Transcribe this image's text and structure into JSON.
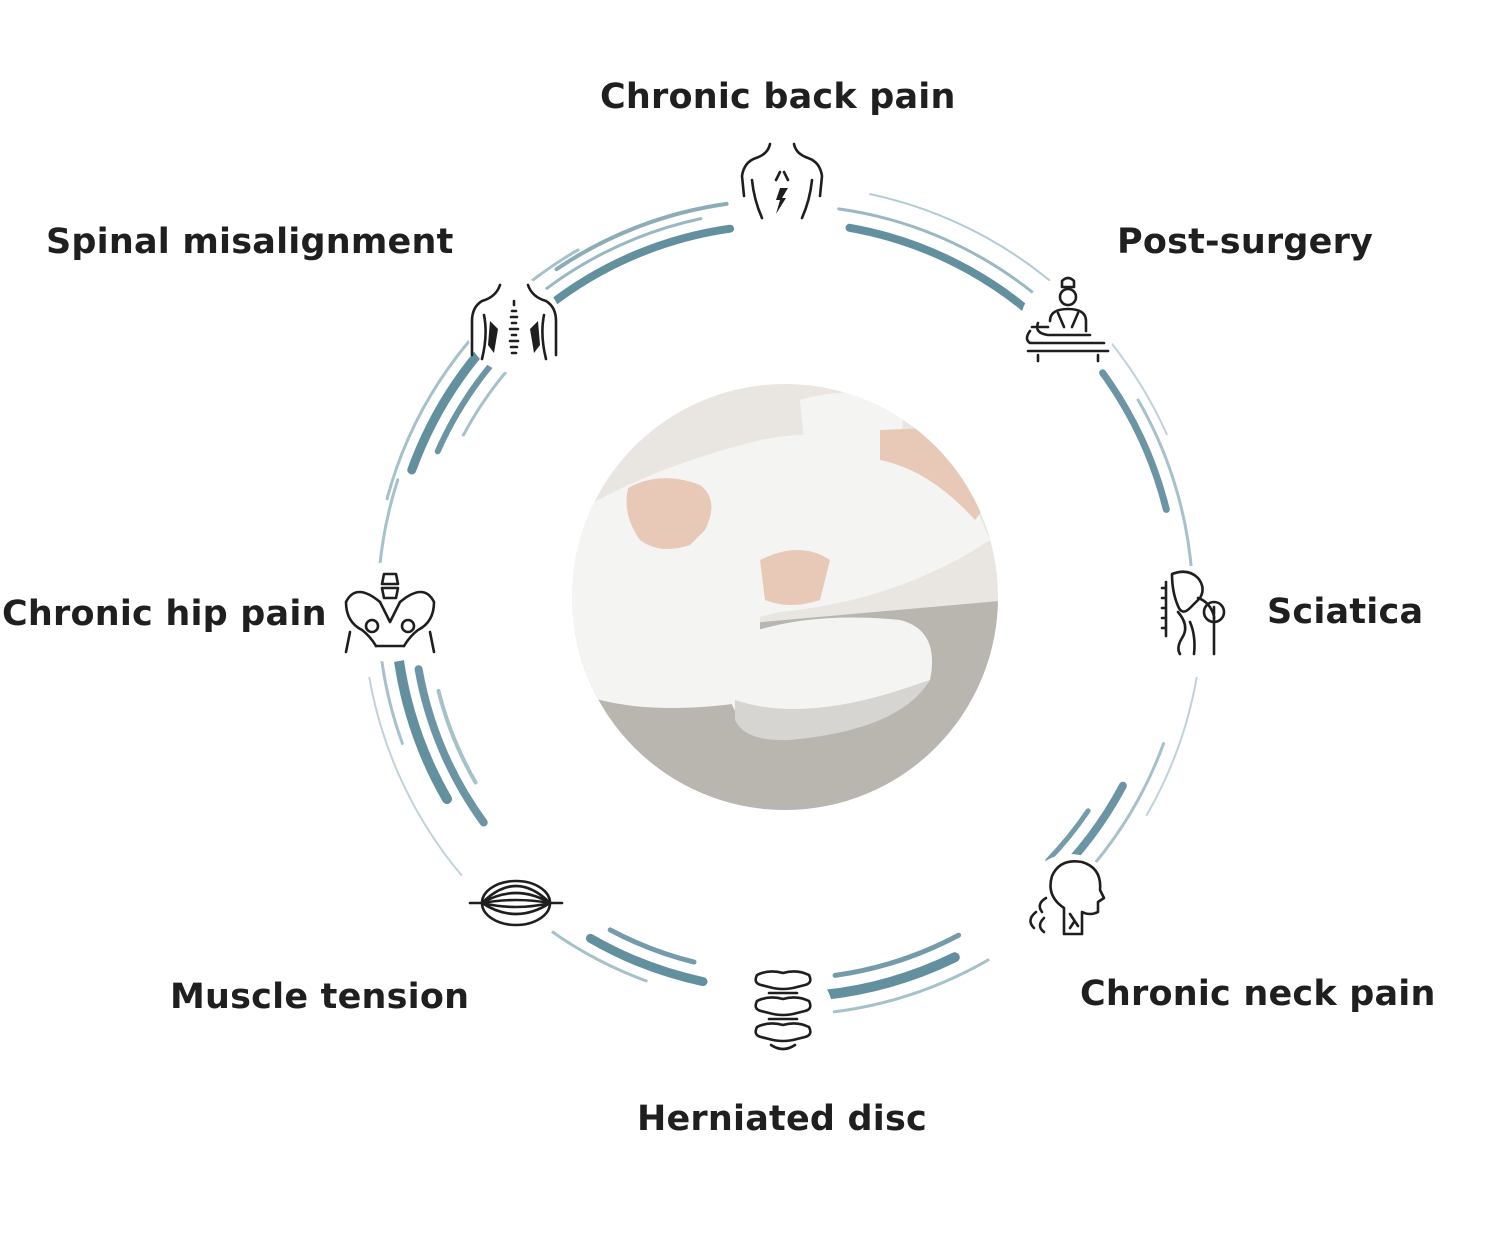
{
  "diagram": {
    "colors": {
      "ring": "#5b8a9a",
      "ring_light": "#7fa6b3",
      "text": "#1f1f1f",
      "icon": "#1e1e1e"
    },
    "center_image": {
      "description_icon": "pillow-photo",
      "colors": {
        "background": "#e9e6e1",
        "floor": "#b9b6af",
        "fabric": "#f4f4f3",
        "skin": "#e8c9b8",
        "shadow": "#d6d5d1"
      }
    },
    "conditions": [
      {
        "id": "back",
        "label": "Chronic back pain",
        "icon": "torso-icon"
      },
      {
        "id": "surgery",
        "label": "Post-surgery",
        "icon": "surgery-patient-icon"
      },
      {
        "id": "sciatica",
        "label": "Sciatica",
        "icon": "sciatica-icon"
      },
      {
        "id": "neck",
        "label": "Chronic neck pain",
        "icon": "neck-head-icon"
      },
      {
        "id": "disc",
        "label": "Herniated disc",
        "icon": "vertebrae-icon"
      },
      {
        "id": "muscle",
        "label": "Muscle tension",
        "icon": "muscle-icon"
      },
      {
        "id": "hip",
        "label": "Chronic hip pain",
        "icon": "pelvis-icon"
      },
      {
        "id": "spine",
        "label": "Spinal misalignment",
        "icon": "spine-back-icon"
      }
    ]
  }
}
